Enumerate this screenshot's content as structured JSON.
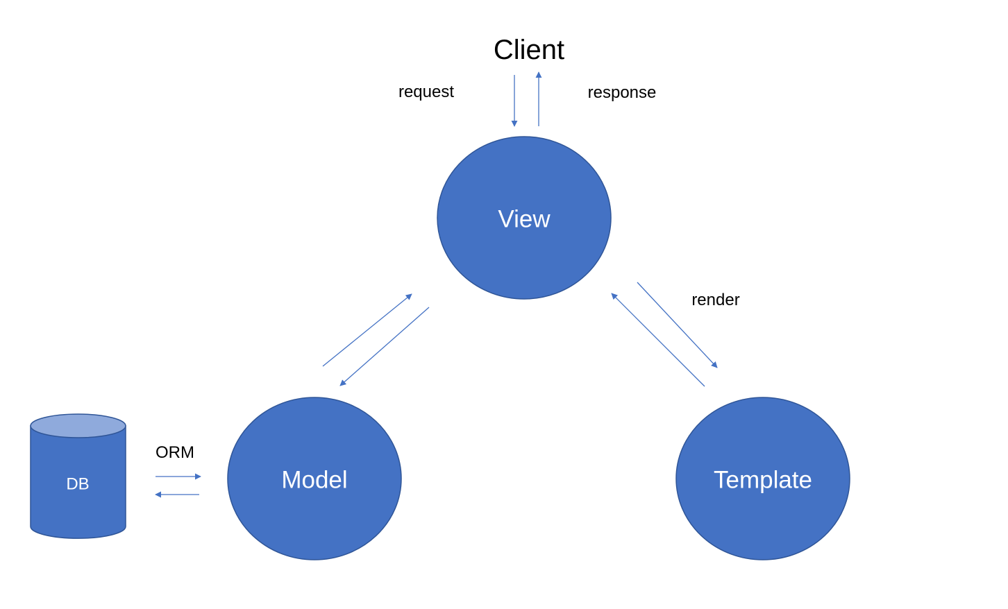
{
  "client": {
    "label": "Client"
  },
  "nodes": {
    "view": "View",
    "model": "Model",
    "template": "Template",
    "db": "DB"
  },
  "edges": {
    "request": "request",
    "response": "response",
    "render": "render",
    "orm": "ORM"
  },
  "colors": {
    "node_fill": "#4472c4",
    "node_stroke": "#2f5597",
    "db_top": "#8faadc",
    "arrow": "#4472c4",
    "text_dark": "#000000",
    "text_light": "#ffffff"
  }
}
